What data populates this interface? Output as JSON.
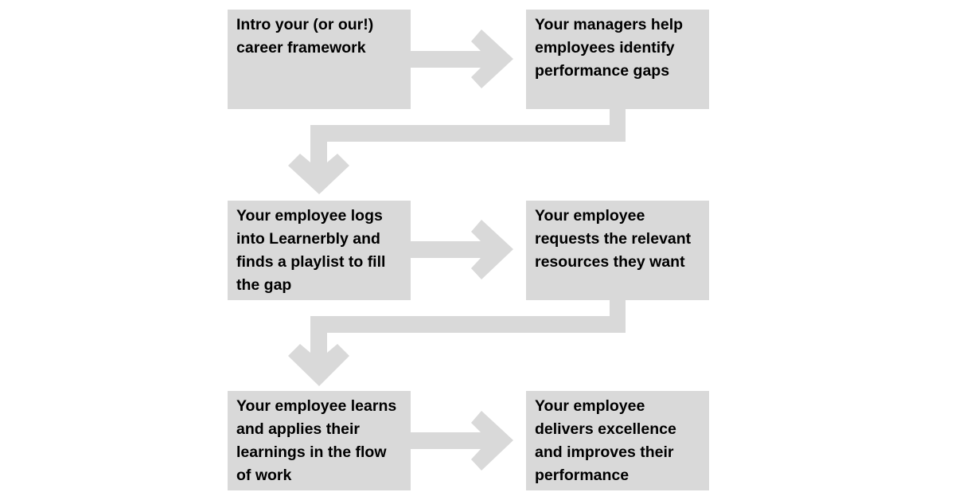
{
  "diagram": {
    "colors": {
      "box_fill": "#d9d9d9",
      "arrow_fill": "#d9d9d9",
      "text": "#000000",
      "background": "#ffffff"
    },
    "steps": [
      {
        "label": "Intro your (or our!) career framework"
      },
      {
        "label": "Your managers help employees identify performance gaps"
      },
      {
        "label": "Your employee logs into Learnerbly and finds a playlist to fill the gap"
      },
      {
        "label": "Your employee requests the relevant resources they want"
      },
      {
        "label": "Your employee learns and applies their learnings in the flow of work"
      },
      {
        "label": "Your employee delivers excellence and improves their performance"
      }
    ],
    "connections": [
      {
        "from": 1,
        "to": 2,
        "style": "right-arrow"
      },
      {
        "from": 2,
        "to": 3,
        "style": "elbow-down-arrow"
      },
      {
        "from": 3,
        "to": 4,
        "style": "right-arrow"
      },
      {
        "from": 4,
        "to": 5,
        "style": "elbow-down-arrow"
      },
      {
        "from": 5,
        "to": 6,
        "style": "right-arrow"
      }
    ]
  }
}
